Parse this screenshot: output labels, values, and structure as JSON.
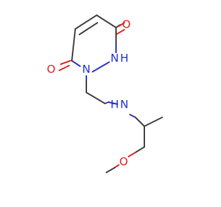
{
  "molecule": {
    "atoms": {
      "o_top": "O",
      "n_h_ring": "N",
      "h_ring": "H",
      "n_ring": "N",
      "o_left": "O",
      "n_h_chain": "H",
      "n_chain": "N",
      "o_ether": "O"
    },
    "colors": {
      "bond": "#3c3c3c",
      "oxygen": "#e02020",
      "nitrogen": "#2030d0",
      "background": "#ffffff"
    }
  }
}
